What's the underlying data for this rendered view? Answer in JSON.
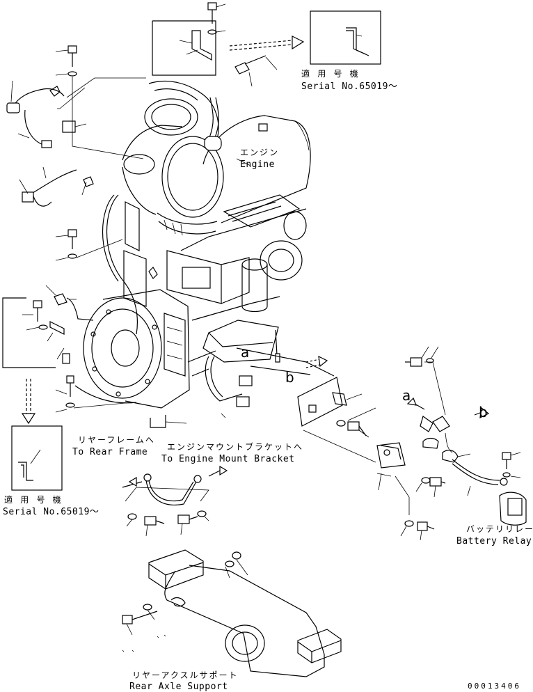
{
  "labels": {
    "serial_top_jp": "適 用 号 機",
    "serial_top_en": "Serial No.65019～",
    "engine_jp": "エンジン",
    "engine_en": "Engine",
    "rear_frame_jp": "リヤーフレームへ",
    "rear_frame_en": "To Rear Frame",
    "engine_mount_jp": "エンジンマウントブラケットへ",
    "engine_mount_en": "To Engine Mount Bracket",
    "serial_left_jp": "適 用 号 機",
    "serial_left_en": "Serial No.65019～",
    "battery_relay_jp": "バッテリリレー",
    "battery_relay_en": "Battery Relay",
    "rear_axle_jp": "リヤーアクスルサポート",
    "rear_axle_en": "Rear Axle Support",
    "ref_a_center": "a",
    "ref_b_center": "b",
    "ref_a_right": "a",
    "ref_b_right": "b",
    "drawing_number": "00013406"
  }
}
